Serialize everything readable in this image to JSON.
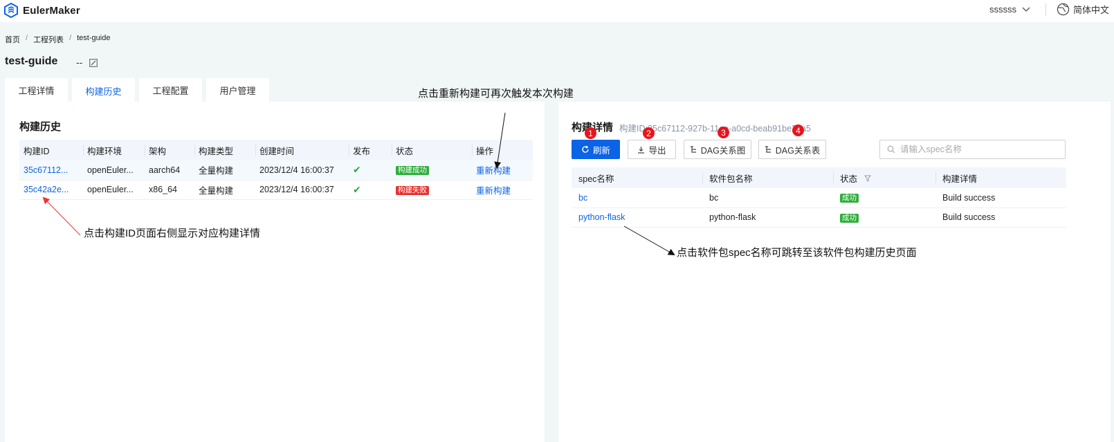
{
  "header": {
    "app_name": "EulerMaker",
    "username": "ssssss",
    "language": "简体中文"
  },
  "breadcrumb": [
    "首页",
    "工程列表",
    "test-guide"
  ],
  "project": {
    "name": "test-guide",
    "description": "--"
  },
  "tabs": [
    {
      "label": "工程详情",
      "active": false
    },
    {
      "label": "构建历史",
      "active": true
    },
    {
      "label": "工程配置",
      "active": false
    },
    {
      "label": "用户管理",
      "active": false
    }
  ],
  "history": {
    "title": "构建历史",
    "columns": [
      "构建ID",
      "构建环境",
      "架构",
      "构建类型",
      "创建时间",
      "发布",
      "状态",
      "操作"
    ],
    "rows": [
      {
        "id": "35c67112...",
        "env": "openEuler...",
        "arch": "aarch64",
        "type": "全量构建",
        "time": "2023/12/4 16:00:37",
        "status": "构建成功",
        "action": "重新构建"
      },
      {
        "id": "35c42a2e...",
        "env": "openEuler...",
        "arch": "x86_64",
        "type": "全量构建",
        "time": "2023/12/4 16:00:37",
        "status": "构建失败",
        "action": "重新构建"
      }
    ]
  },
  "detail": {
    "title": "构建详情",
    "build_id_text": "构建ID:35c67112-927b-11ee-a0cd-beab91be24a5",
    "buttons": {
      "refresh": "刷新",
      "export": "导出",
      "dag_graph": "DAG关系图",
      "dag_table": "DAG关系表"
    },
    "markers": [
      "1",
      "2",
      "3",
      "4"
    ],
    "search_placeholder": "请输入spec名称",
    "columns": [
      "spec名称",
      "软件包名称",
      "状态",
      "构建详情"
    ],
    "rows": [
      {
        "spec": "bc",
        "package": "bc",
        "status": "成功",
        "detail": "Build success"
      },
      {
        "spec": "python-flask",
        "package": "python-flask",
        "status": "成功",
        "detail": "Build success"
      }
    ]
  },
  "annotations": {
    "rebuild": "点击重新构建可再次触发本次构建",
    "build_id": "点击构建ID页面右侧显示对应构建详情",
    "spec": "点击软件包spec名称可跳转至该软件包构建历史页面"
  },
  "colors": {
    "primary": "#0b63e5",
    "success": "#2fae3c",
    "danger": "#e8322f",
    "background": "#f1f6f6"
  }
}
